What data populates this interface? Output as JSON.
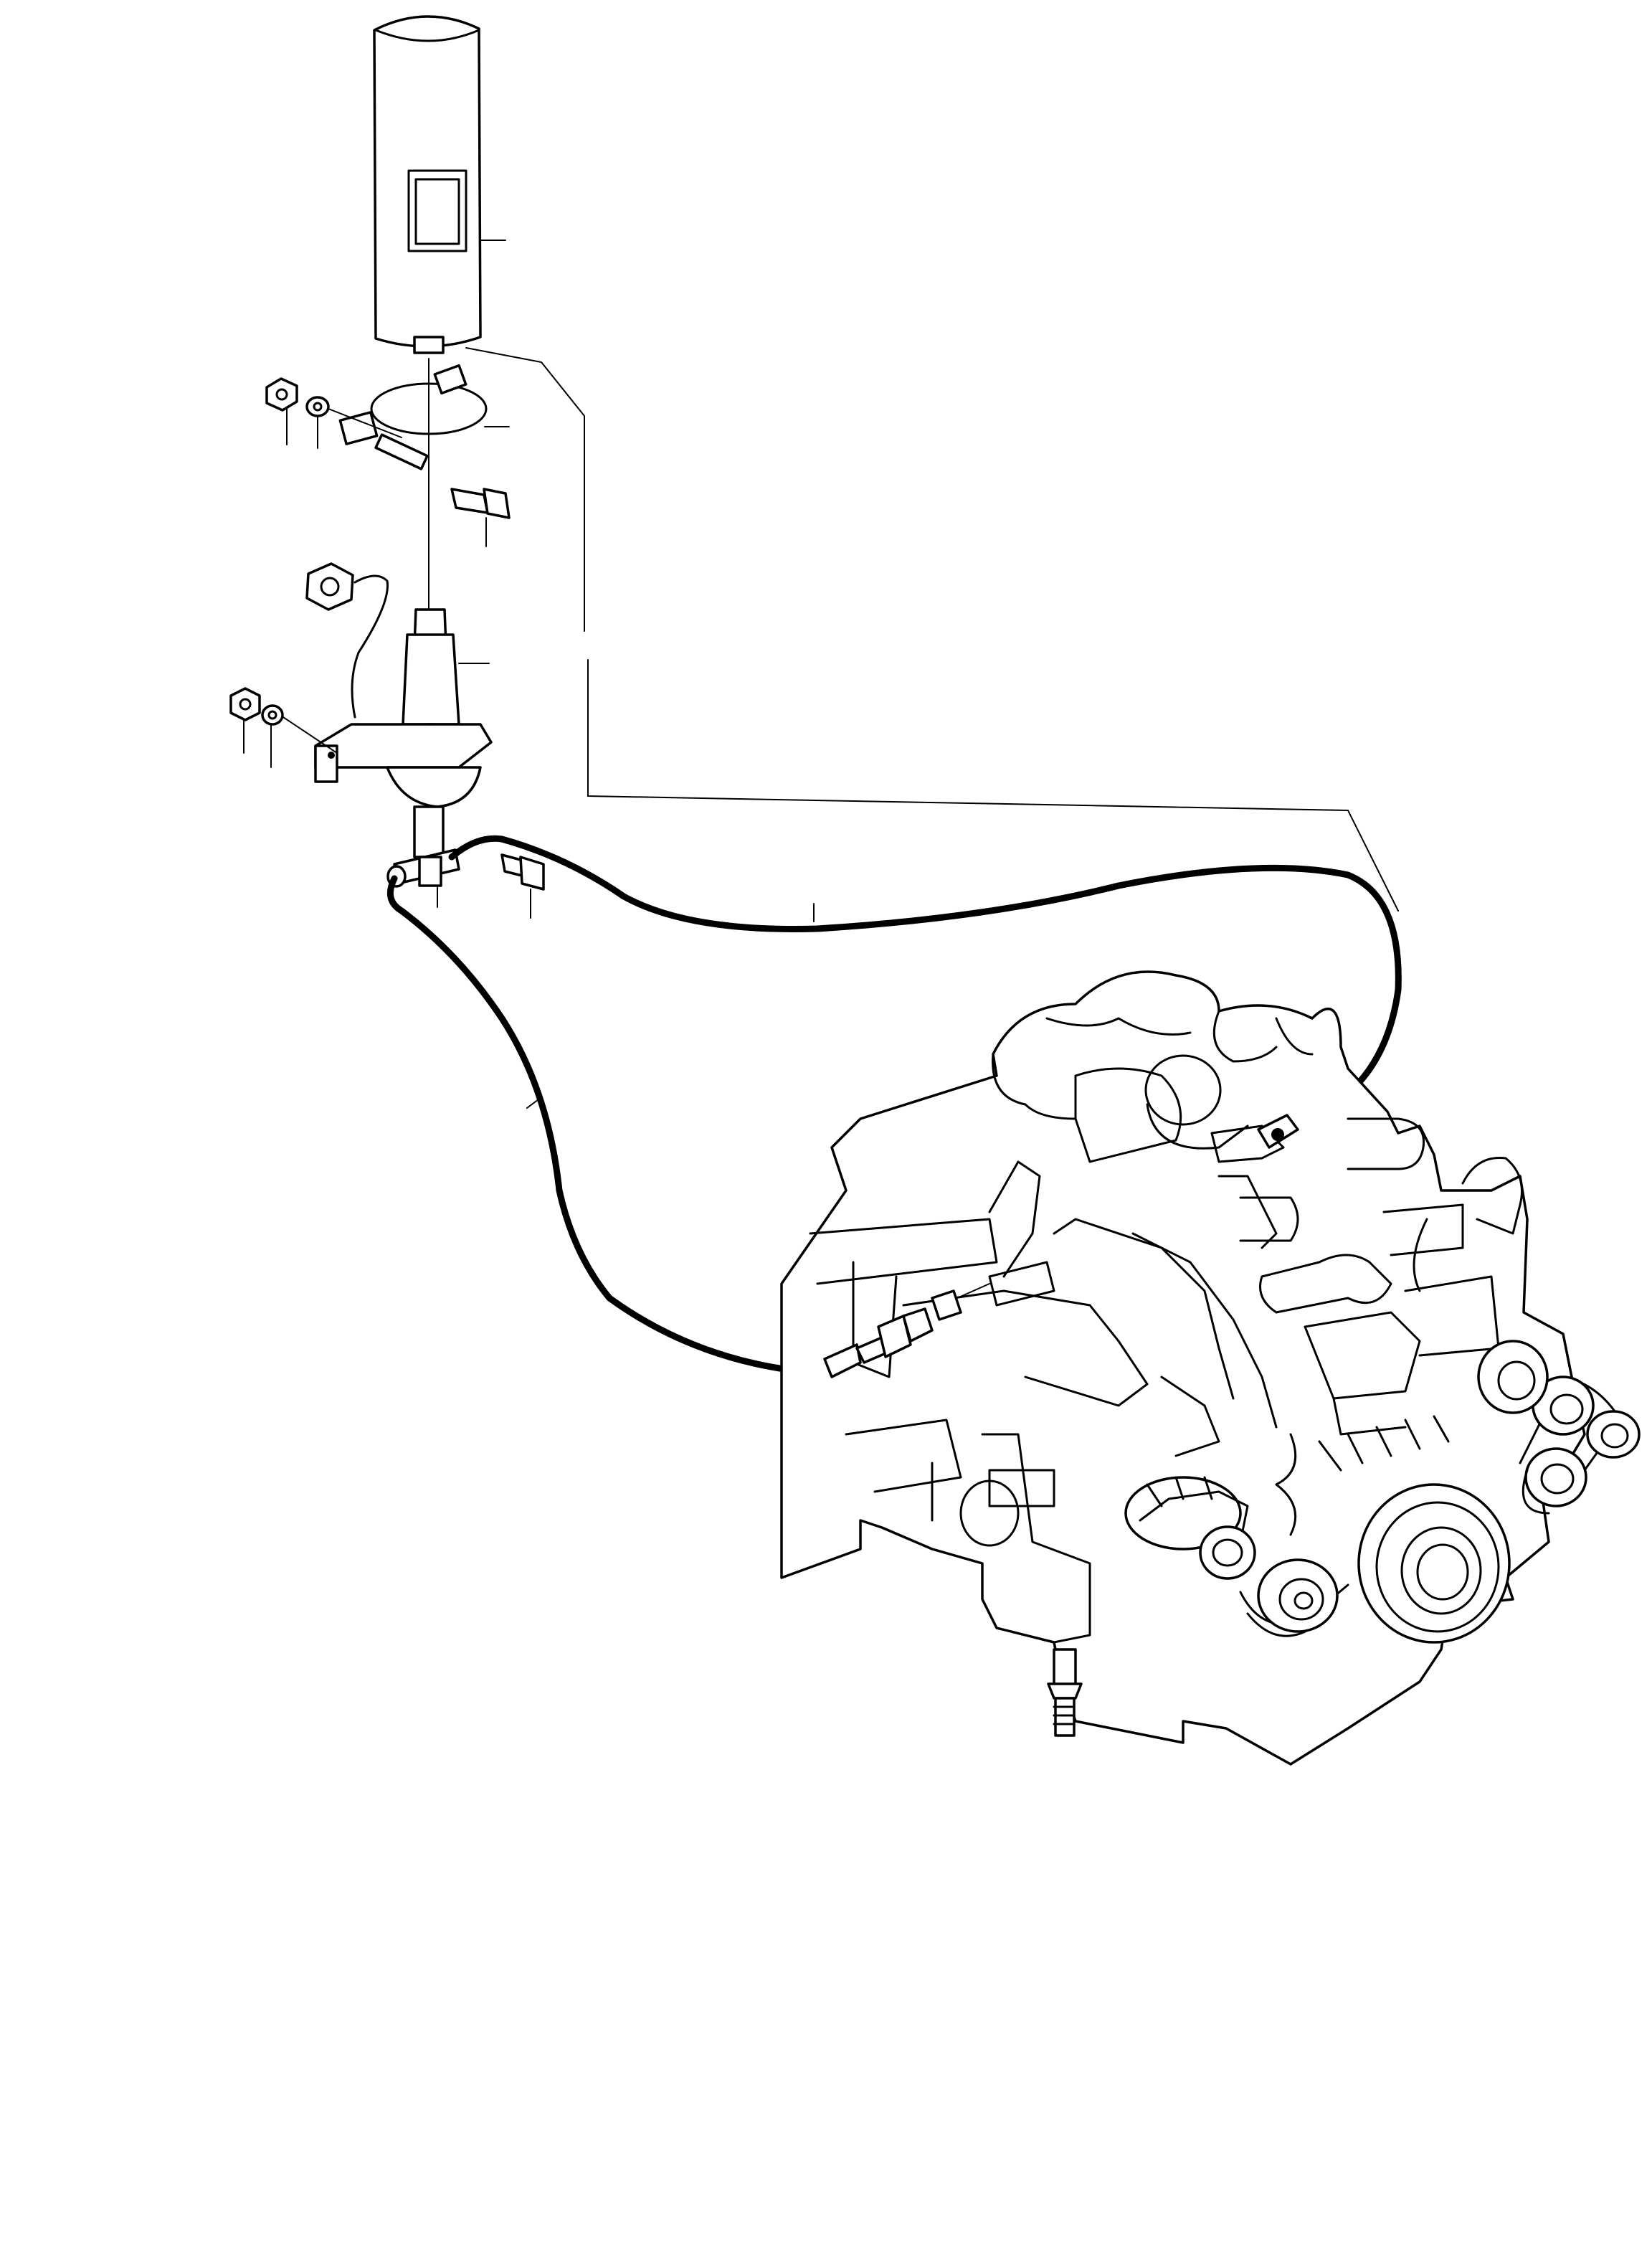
{
  "diagram": {
    "title": "",
    "parts": [
      {
        "name": "fuel-filter-cartridge"
      },
      {
        "name": "filter-clamp-band"
      },
      {
        "name": "clamp-nut"
      },
      {
        "name": "clamp-washer"
      },
      {
        "name": "clamp-bolt"
      },
      {
        "name": "filter-head-adapter"
      },
      {
        "name": "bracket-nut"
      },
      {
        "name": "bracket-washer"
      },
      {
        "name": "mounting-bracket"
      },
      {
        "name": "bracket-bolt"
      },
      {
        "name": "tee-fitting"
      },
      {
        "name": "fuel-hose-upper"
      },
      {
        "name": "fuel-hose-lower"
      },
      {
        "name": "engine-inlet-fitting"
      },
      {
        "name": "engine-drain-cock"
      },
      {
        "name": "diesel-engine"
      }
    ],
    "colors": {
      "line": "#000000",
      "background": "#ffffff"
    }
  }
}
